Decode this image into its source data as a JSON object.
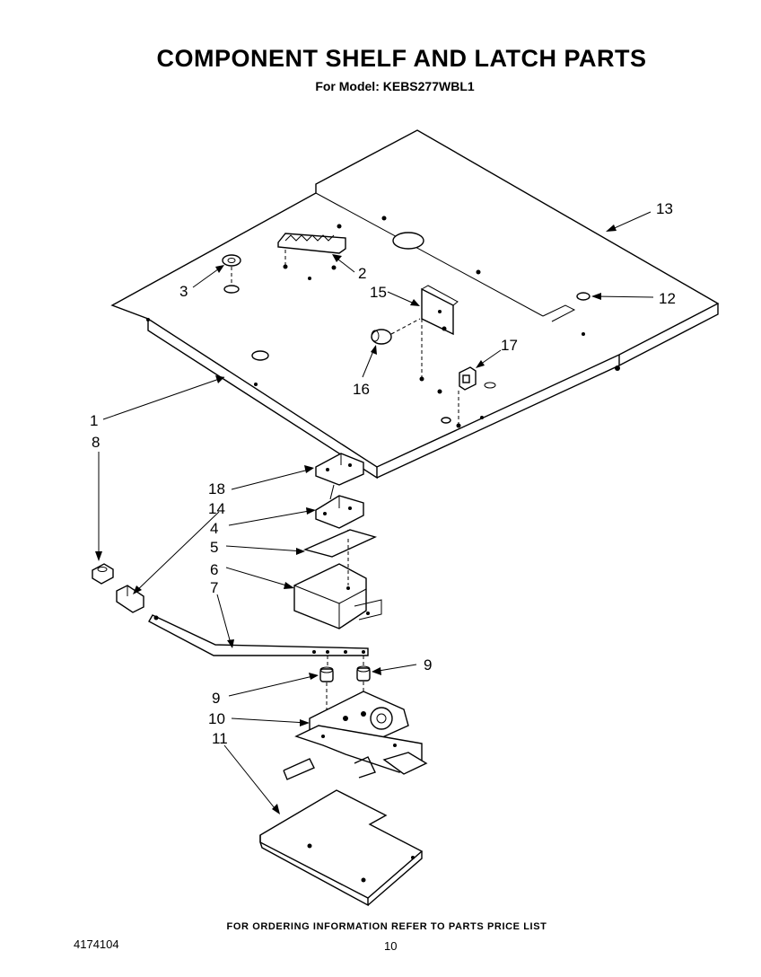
{
  "header": {
    "title": "COMPONENT SHELF AND LATCH PARTS",
    "subtitle": "For Model: KEBS277WBL1"
  },
  "callouts": [
    {
      "id": "c1",
      "label": "1"
    },
    {
      "id": "c2",
      "label": "2"
    },
    {
      "id": "c3",
      "label": "3"
    },
    {
      "id": "c4",
      "label": "4"
    },
    {
      "id": "c5",
      "label": "5"
    },
    {
      "id": "c6",
      "label": "6"
    },
    {
      "id": "c7",
      "label": "7"
    },
    {
      "id": "c8",
      "label": "8"
    },
    {
      "id": "c9a",
      "label": "9"
    },
    {
      "id": "c9b",
      "label": "9"
    },
    {
      "id": "c10",
      "label": "10"
    },
    {
      "id": "c11",
      "label": "11"
    },
    {
      "id": "c12",
      "label": "12"
    },
    {
      "id": "c13",
      "label": "13"
    },
    {
      "id": "c14",
      "label": "14"
    },
    {
      "id": "c15",
      "label": "15"
    },
    {
      "id": "c16",
      "label": "16"
    },
    {
      "id": "c17",
      "label": "17"
    },
    {
      "id": "c18",
      "label": "18"
    }
  ],
  "footer": {
    "note": "FOR ORDERING INFORMATION REFER TO PARTS PRICE LIST",
    "doc_number": "4174104",
    "page_number": "10"
  }
}
